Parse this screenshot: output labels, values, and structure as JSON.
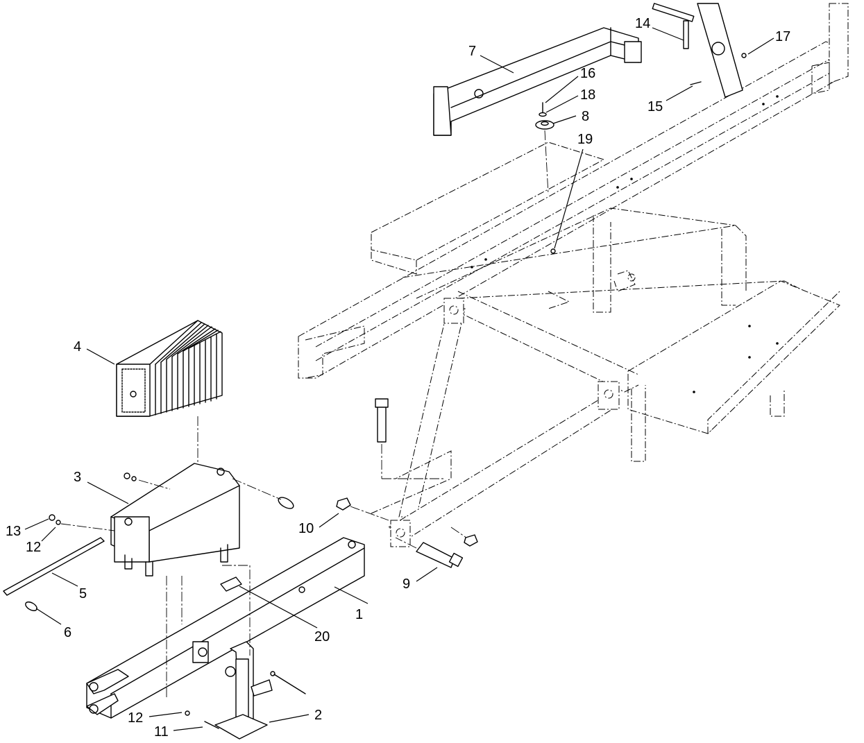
{
  "figure": {
    "callouts": [
      {
        "key": "c1",
        "label": "1"
      },
      {
        "key": "c2",
        "label": "2"
      },
      {
        "key": "c3",
        "label": "3"
      },
      {
        "key": "c4",
        "label": "4"
      },
      {
        "key": "c5",
        "label": "5"
      },
      {
        "key": "c6",
        "label": "6"
      },
      {
        "key": "c7",
        "label": "7"
      },
      {
        "key": "c8",
        "label": "8"
      },
      {
        "key": "c9",
        "label": "9"
      },
      {
        "key": "c10",
        "label": "10"
      },
      {
        "key": "c11",
        "label": "11"
      },
      {
        "key": "c12a",
        "label": "12"
      },
      {
        "key": "c12b",
        "label": "12"
      },
      {
        "key": "c13",
        "label": "13"
      },
      {
        "key": "c14",
        "label": "14"
      },
      {
        "key": "c15",
        "label": "15"
      },
      {
        "key": "c16",
        "label": "16"
      },
      {
        "key": "c17",
        "label": "17"
      },
      {
        "key": "c18",
        "label": "18"
      },
      {
        "key": "c19",
        "label": "19"
      },
      {
        "key": "c20",
        "label": "20"
      }
    ]
  },
  "labels": {
    "c1": "1",
    "c2": "2",
    "c3": "3",
    "c4": "4",
    "c5": "5",
    "c6": "6",
    "c7": "7",
    "c8": "8",
    "c9": "9",
    "c10": "10",
    "c11": "11",
    "c12a": "12",
    "c12b": "12",
    "c13": "13",
    "c14": "14",
    "c15": "15",
    "c16": "16",
    "c17": "17",
    "c18": "18",
    "c19": "19",
    "c20": "20"
  }
}
